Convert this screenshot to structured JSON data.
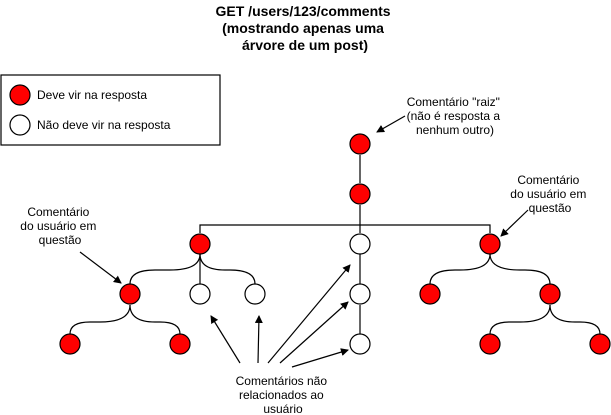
{
  "title": [
    "GET /users/123/comments",
    "(mostrando apenas uma",
    "árvore de um post)"
  ],
  "legend": {
    "red_label": "Deve vir na resposta",
    "white_label": "Não deve vir na resposta"
  },
  "annotations": {
    "root": [
      "Comentário \"raiz\"",
      "(não é resposta a",
      "nenhum outro)"
    ],
    "user_left": [
      "Comentário",
      "do usuário em",
      "questão"
    ],
    "user_right": [
      "Comentário",
      "do usuário em",
      "questão"
    ],
    "unrelated": [
      "Comentários não",
      "relacionados ao",
      "usuário"
    ]
  },
  "colors": {
    "included": "#ff0000",
    "excluded": "#ffffff",
    "stroke": "#000000"
  }
}
